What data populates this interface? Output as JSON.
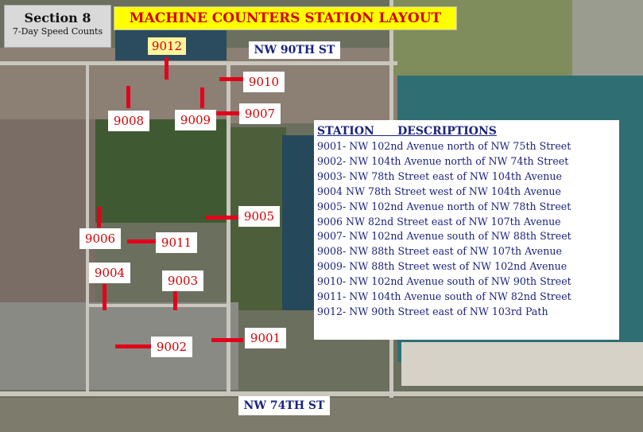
{
  "section": {
    "title": "Section 8",
    "subtitle": "7-Day Speed Counts"
  },
  "map_title": "MACHINE COUNTERS STATION LAYOUT",
  "streets": {
    "north": "NW 90TH ST",
    "south": "NW 74TH ST"
  },
  "colors": {
    "title_bg": "#ffff00",
    "title_text": "#d40000",
    "station_text": "#d40000",
    "marker": "#e3001b",
    "legend_text": "#1a237e",
    "highlight_label_bg": "#fff59d"
  },
  "stations": [
    {
      "id": "9012",
      "highlighted": true
    },
    {
      "id": "9010"
    },
    {
      "id": "9008"
    },
    {
      "id": "9009"
    },
    {
      "id": "9007"
    },
    {
      "id": "9005"
    },
    {
      "id": "9006"
    },
    {
      "id": "9011"
    },
    {
      "id": "9004"
    },
    {
      "id": "9003"
    },
    {
      "id": "9002"
    },
    {
      "id": "9001"
    }
  ],
  "legend": {
    "heading": "STATION      DESCRIPTIONS",
    "items": [
      "9001- NW 102nd Avenue north of NW 75th Street",
      "9002- NW 104th Avenue north of NW 74th Street",
      "9003- NW 78th Street east of NW 104th Avenue",
      "9004 NW 78th Street west of NW 104th Avenue",
      "9005- NW 102nd Avenue north of NW 78th Street",
      "9006 NW 82nd Street east of NW 107th Avenue",
      "9007- NW 102nd Avenue south of NW 88th Street",
      "9008- NW 88th Street east of NW 107th Avenue",
      "9009- NW 88th Street west of NW 102nd Avenue",
      "9010- NW 102nd Avenue south of NW 90th Street",
      "9011- NW 104th Avenue south of NW 82nd Street",
      "9012- NW 90th Street east of NW 103rd Path"
    ]
  }
}
